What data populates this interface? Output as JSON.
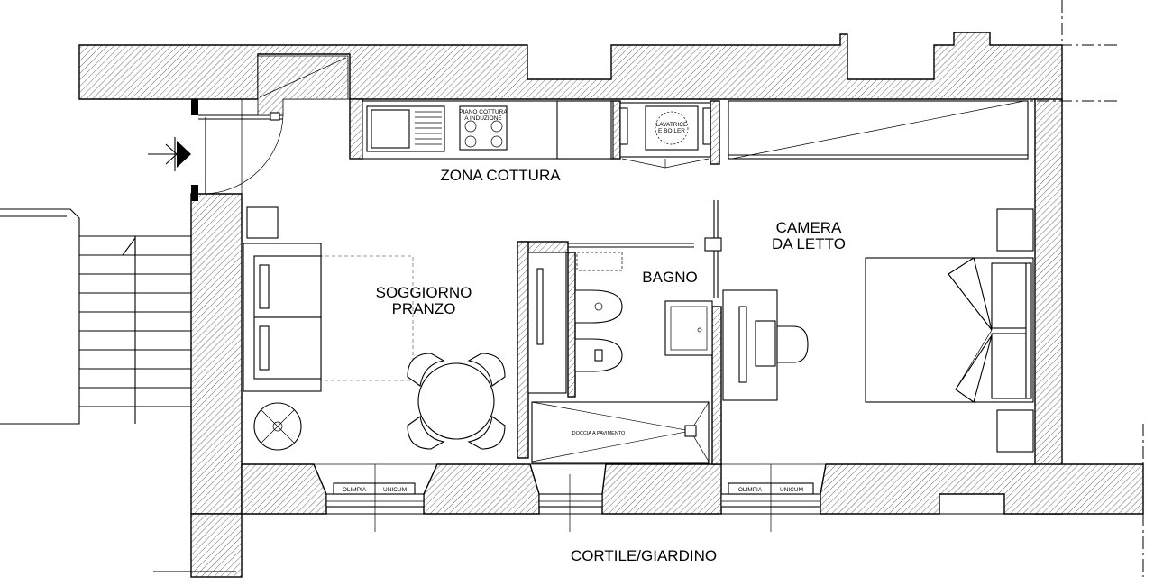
{
  "rooms": {
    "zona_cottura": "ZONA COTTURA",
    "camera_line1": "CAMERA",
    "camera_line2": "DA LETTO",
    "bagno": "BAGNO",
    "soggiorno_line1": "SOGGIORNO",
    "soggiorno_line2": "PRANZO",
    "cortile": "CORTILE/GIARDINO"
  },
  "fixtures": {
    "piano_line1": "PIANO COTTURA",
    "piano_line2": "A INDUZIONE",
    "lavatrice_line1": "LAVATRICE",
    "lavatrice_line2": "E BOILER",
    "doccia": "DOCCIA A PAVIMENTO",
    "window_left_a": "OLIMPIA",
    "window_left_b": "UNICUM",
    "window_right_a": "OLIMPIA",
    "window_right_b": "UNICUM"
  }
}
